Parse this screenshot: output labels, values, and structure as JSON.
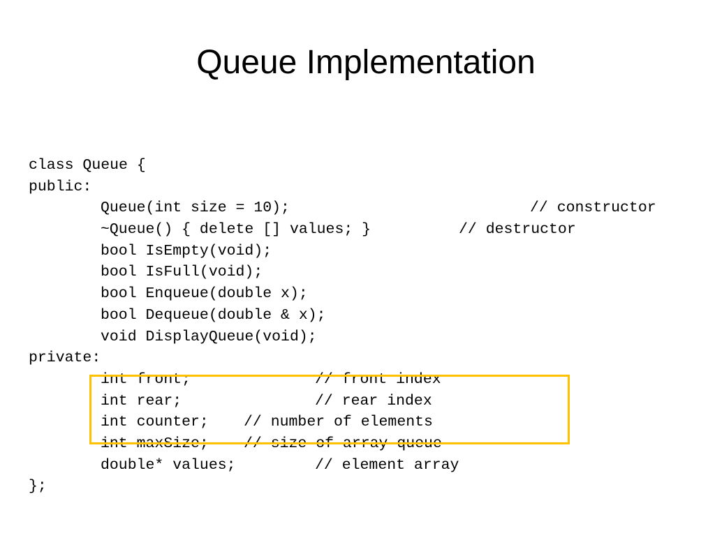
{
  "slide": {
    "title": "Queue Implementation",
    "highlight_color": "#ffc000"
  },
  "code": {
    "class_decl": "class Queue {",
    "public_label": "public:",
    "ctor": {
      "code": "Queue(int size = 10);",
      "comment": "// constructor"
    },
    "dtor": {
      "code": "~Queue() { delete [] values; }",
      "comment": "// destructor"
    },
    "is_empty": "bool IsEmpty(void);",
    "is_full": "bool IsFull(void);",
    "enqueue": "bool Enqueue(double x);",
    "dequeue": "bool Dequeue(double & x);",
    "display": "void DisplayQueue(void);",
    "private_label": "private:",
    "front": {
      "code": "int front;",
      "comment": "// front index"
    },
    "rear": {
      "code": "int rear;",
      "comment": "// rear index"
    },
    "counter": {
      "code": "int counter;",
      "comment": "// number of elements"
    },
    "max_size": {
      "code": "int maxSize;",
      "comment": "// size of array queue"
    },
    "values": {
      "code": "double* values;",
      "comment": "// element array"
    },
    "close": "};"
  }
}
